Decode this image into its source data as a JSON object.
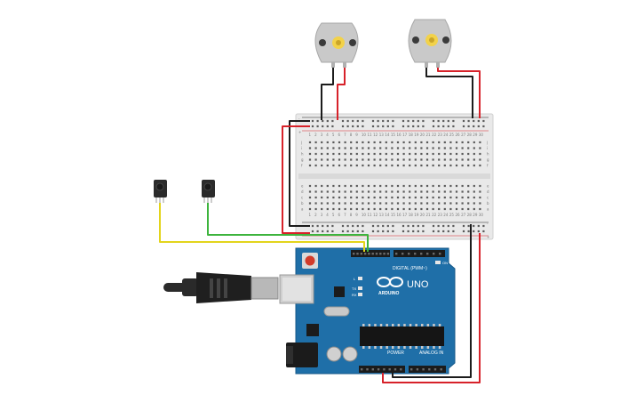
{
  "board": {
    "brand_label": "ARDUINO",
    "model_label": "UNO",
    "digital_label": "DIGITAL (PWM~)",
    "power_label": "POWER",
    "analog_label": "ANALOG IN",
    "led_labels": [
      "L",
      "TX",
      "RX"
    ],
    "on_label": "ON",
    "colors": {
      "pcb": "#1f6fa8",
      "header": "#1b1b1b",
      "reset": "#d23b2a"
    }
  },
  "breadboard": {
    "column_numbers": [
      "1",
      "2",
      "3",
      "4",
      "5",
      "6",
      "7",
      "8",
      "9",
      "10",
      "11",
      "12",
      "13",
      "14",
      "15",
      "16",
      "17",
      "18",
      "19",
      "20",
      "21",
      "22",
      "23",
      "24",
      "25",
      "26",
      "27",
      "28",
      "29",
      "30"
    ],
    "row_letters_top": [
      "j",
      "i",
      "h",
      "g",
      "f"
    ],
    "row_letters_bottom": [
      "e",
      "d",
      "c",
      "b",
      "a"
    ],
    "rail_plus": "+",
    "rail_minus": "-"
  },
  "components": {
    "motors": [
      "motor-1",
      "motor-2"
    ],
    "sensors": [
      "ir-receiver-1",
      "ir-receiver-2"
    ],
    "cable": "usb-b-cable"
  },
  "wire_colors": {
    "black": "#1c1c1c",
    "red": "#d7222a",
    "yellow": "#e3d41c",
    "green": "#3db43d"
  }
}
